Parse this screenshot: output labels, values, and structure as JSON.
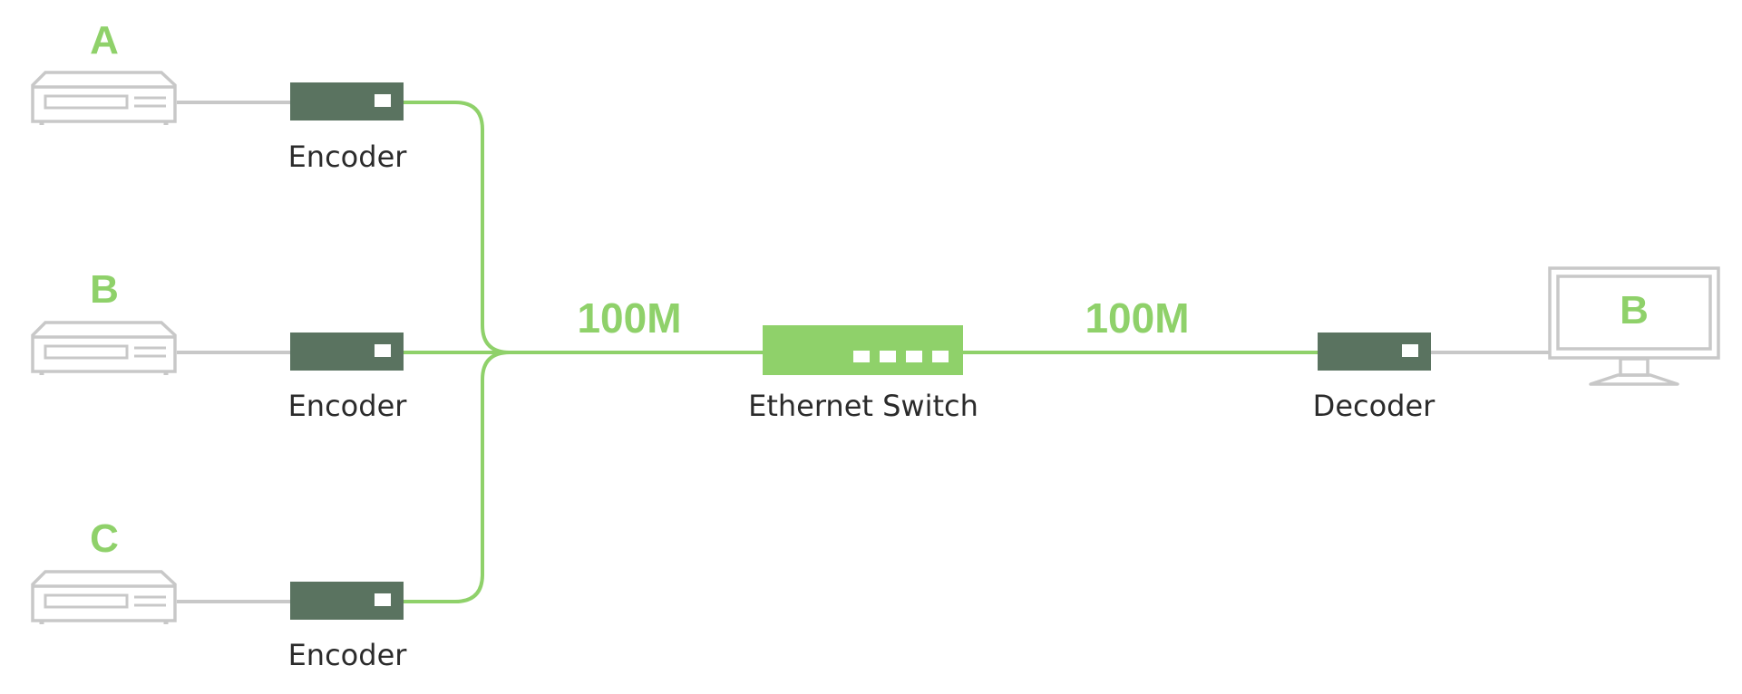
{
  "colors": {
    "link": "#8fd16a",
    "cable": "#c8c8c8",
    "device": "#5a7360",
    "label": "#2b2b2b",
    "accent": "#8fd16a"
  },
  "sources": [
    {
      "letter": "A",
      "icon": "player-device-icon",
      "encoder_label": "Encoder"
    },
    {
      "letter": "B",
      "icon": "player-device-icon",
      "encoder_label": "Encoder"
    },
    {
      "letter": "C",
      "icon": "player-device-icon",
      "encoder_label": "Encoder"
    }
  ],
  "switch": {
    "label": "Ethernet Switch",
    "icon": "ethernet-switch-icon"
  },
  "decoder": {
    "label": "Decoder",
    "icon": "decoder-icon"
  },
  "display": {
    "letter": "B",
    "icon": "monitor-icon"
  },
  "links": {
    "left_speed": "100M",
    "right_speed": "100M"
  }
}
